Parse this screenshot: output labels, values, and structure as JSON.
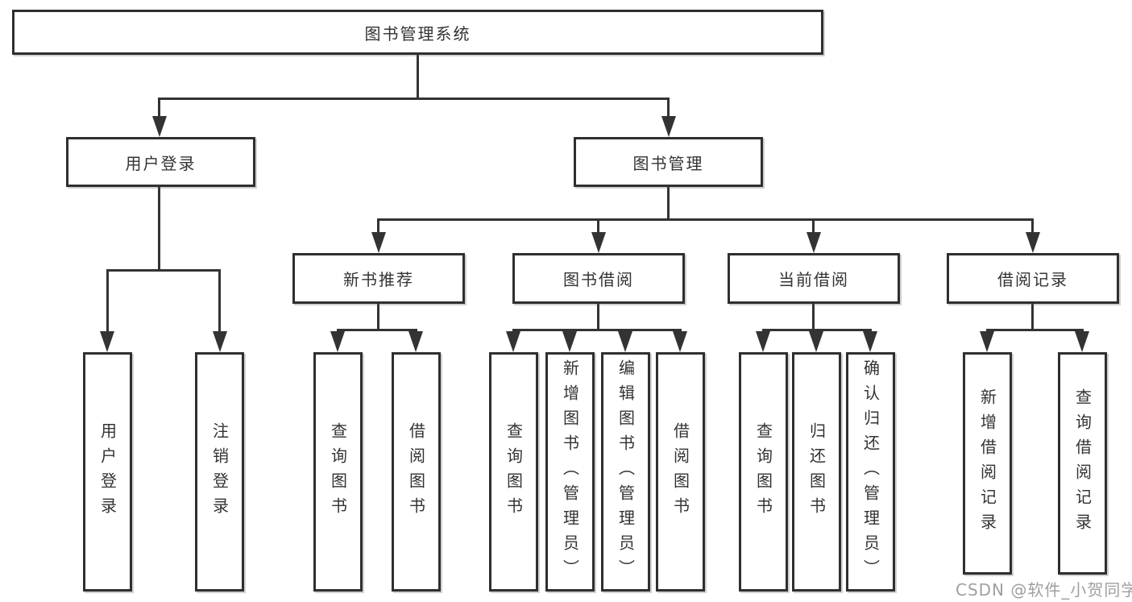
{
  "tree": {
    "root": {
      "label": "图书管理系统"
    },
    "branches": [
      {
        "label": "用户登录",
        "children": [
          {
            "label": "用户登录"
          },
          {
            "label": "注销登录"
          }
        ]
      },
      {
        "label": "图书管理",
        "children": [
          {
            "label": "新书推荐",
            "children": [
              {
                "label": "查询图书"
              },
              {
                "label": "借阅图书"
              }
            ]
          },
          {
            "label": "图书借阅",
            "children": [
              {
                "label": "查询图书"
              },
              {
                "label": "新增图书（管理员）"
              },
              {
                "label": "编辑图书（管理员）"
              },
              {
                "label": "借阅图书"
              }
            ]
          },
          {
            "label": "当前借阅",
            "children": [
              {
                "label": "查询图书"
              },
              {
                "label": "归还图书"
              },
              {
                "label": "确认归还（管理员）"
              }
            ]
          },
          {
            "label": "借阅记录",
            "children": [
              {
                "label": "新增借阅记录"
              },
              {
                "label": "查询借阅记录"
              }
            ]
          }
        ]
      }
    ]
  },
  "watermark": {
    "text": "CSDN @软件_小贺同学"
  },
  "colors": {
    "line": "#333333",
    "box_border": "#2f2f2f",
    "background": "#ffffff",
    "text": "#333333",
    "watermark": "#9f9f9f"
  }
}
